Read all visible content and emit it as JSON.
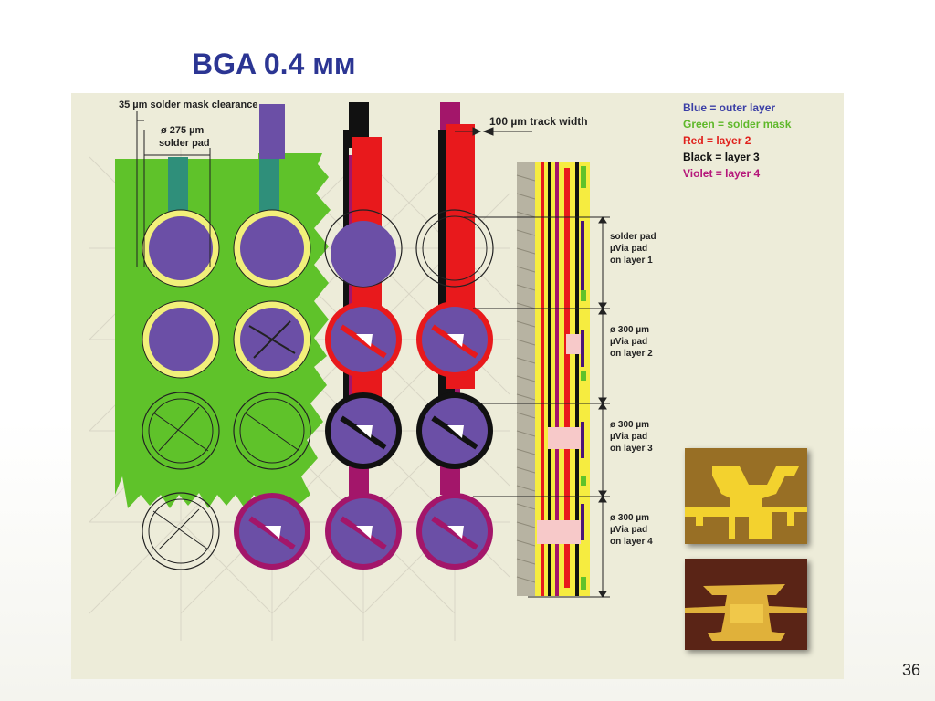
{
  "title": "BGA 0.4 мм",
  "slide_number": "36",
  "annotations": {
    "clearance": "35 µm solder mask clearance",
    "pad_diameter": "ø 275 µm",
    "pad_label": "solder pad",
    "track_width": "100 µm track width"
  },
  "legend": [
    {
      "text": "Blue = outer layer",
      "color": "#3b3fa6"
    },
    {
      "text": "Green = solder mask",
      "color": "#5fb82a"
    },
    {
      "text": "Red = layer 2",
      "color": "#e0201c"
    },
    {
      "text": "Black = layer 3",
      "color": "#111111"
    },
    {
      "text": "Violet = layer 4",
      "color": "#b5177a"
    }
  ],
  "section_labels": [
    [
      "solder pad",
      "µVia pad",
      "on layer 1"
    ],
    [
      "ø 300 µm",
      "µVia pad",
      "on layer 2"
    ],
    [
      "ø 300 µm",
      "µVia pad",
      "on layer 3"
    ],
    [
      "ø 300 µm",
      "µVia pad",
      "on layer 4"
    ]
  ],
  "colors": {
    "blue_pad": "#6b4fa6",
    "mask": "#5fc22a",
    "ring_yellow": "#f2f07a",
    "red": "#e8191c",
    "black": "#111111",
    "violet": "#a3166a",
    "teal": "#2f8f7a"
  }
}
